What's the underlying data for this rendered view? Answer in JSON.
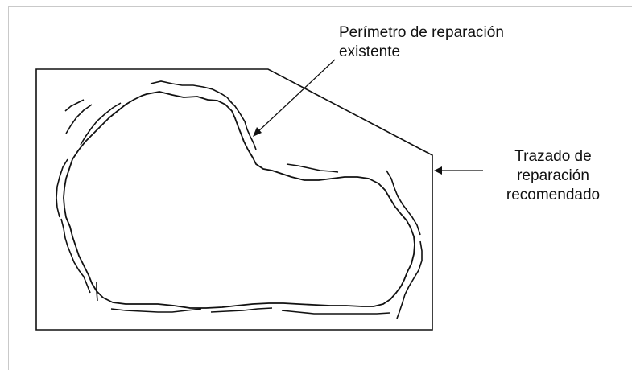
{
  "labels": {
    "existing_perimeter": [
      "Perímetro de reparación",
      "existente"
    ],
    "recommended_outline": [
      "Trazado de",
      "reparación",
      "recomendado"
    ]
  },
  "colors": {
    "background": "#ffffff",
    "ink": "#111111",
    "frame": "#c9c9c9"
  }
}
